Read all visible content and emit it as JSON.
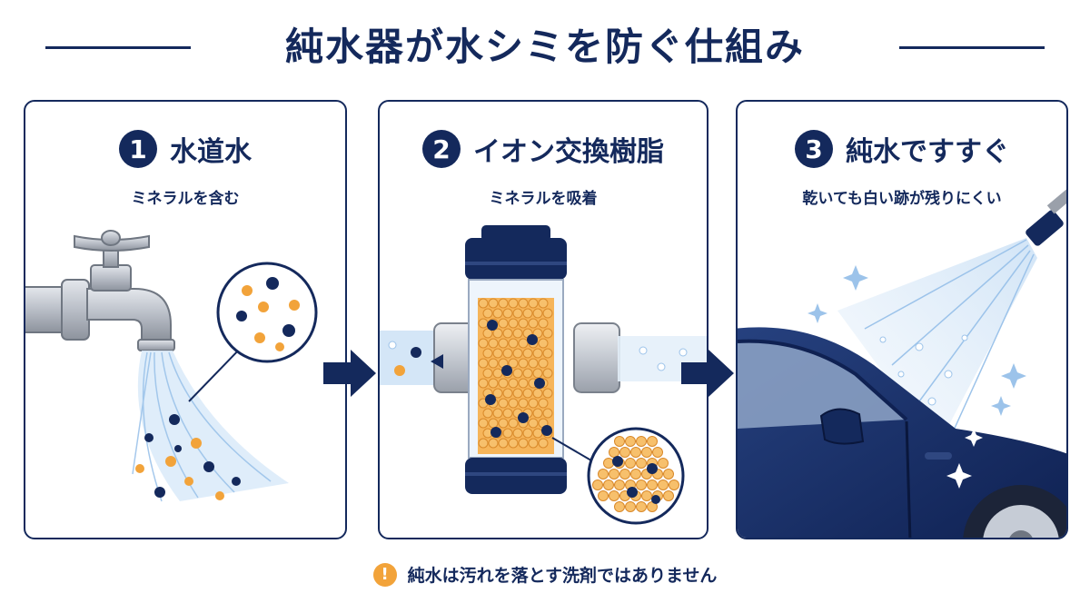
{
  "title": "純水器が水シミを防ぐ仕組み",
  "steps": [
    {
      "number": "1",
      "title": "水道水",
      "subtitle": "ミネラルを含む"
    },
    {
      "number": "2",
      "title": "イオン交換樹脂",
      "subtitle": "ミネラルを吸着"
    },
    {
      "number": "3",
      "title": "純水ですすぐ",
      "subtitle": "乾いても白い跡が残りにくい"
    }
  ],
  "note": {
    "icon": "exclamation-icon",
    "text": "純水は汚れを落とす洗剤ではありません"
  },
  "colors": {
    "navy": "#14295c",
    "orange": "#f2a33a",
    "water": "#bcd8f2"
  }
}
